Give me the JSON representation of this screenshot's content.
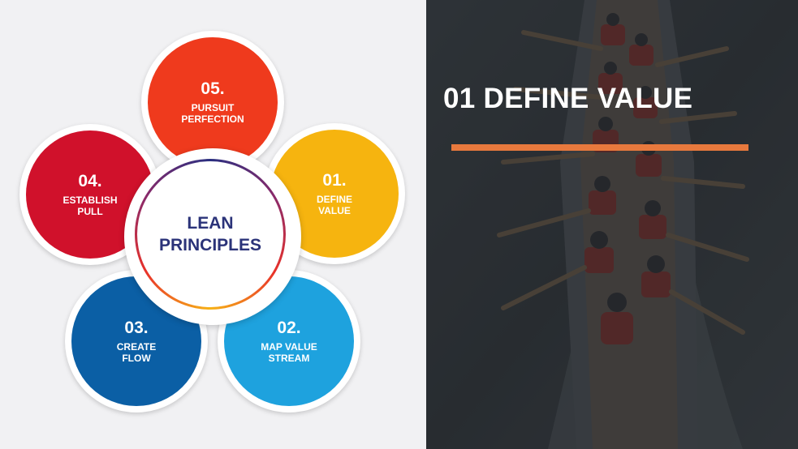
{
  "diagram": {
    "center_label": "LEAN\nPRINCIPLES",
    "petals": [
      {
        "number": "05.",
        "label": "PURSUIT\nPERFECTION",
        "color": "#ef3a1d"
      },
      {
        "number": "04.",
        "label": "ESTABLISH\nPULL",
        "color": "#d0112b"
      },
      {
        "number": "01.",
        "label": "DEFINE\nVALUE",
        "color": "#f6b40f"
      },
      {
        "number": "03.",
        "label": "CREATE\nFLOW",
        "color": "#0b5fa5"
      },
      {
        "number": "02.",
        "label": "MAP VALUE\nSTREAM",
        "color": "#1ea2de"
      }
    ]
  },
  "slide": {
    "title": "01 DEFINE VALUE",
    "accent_color": "#e8793d"
  }
}
